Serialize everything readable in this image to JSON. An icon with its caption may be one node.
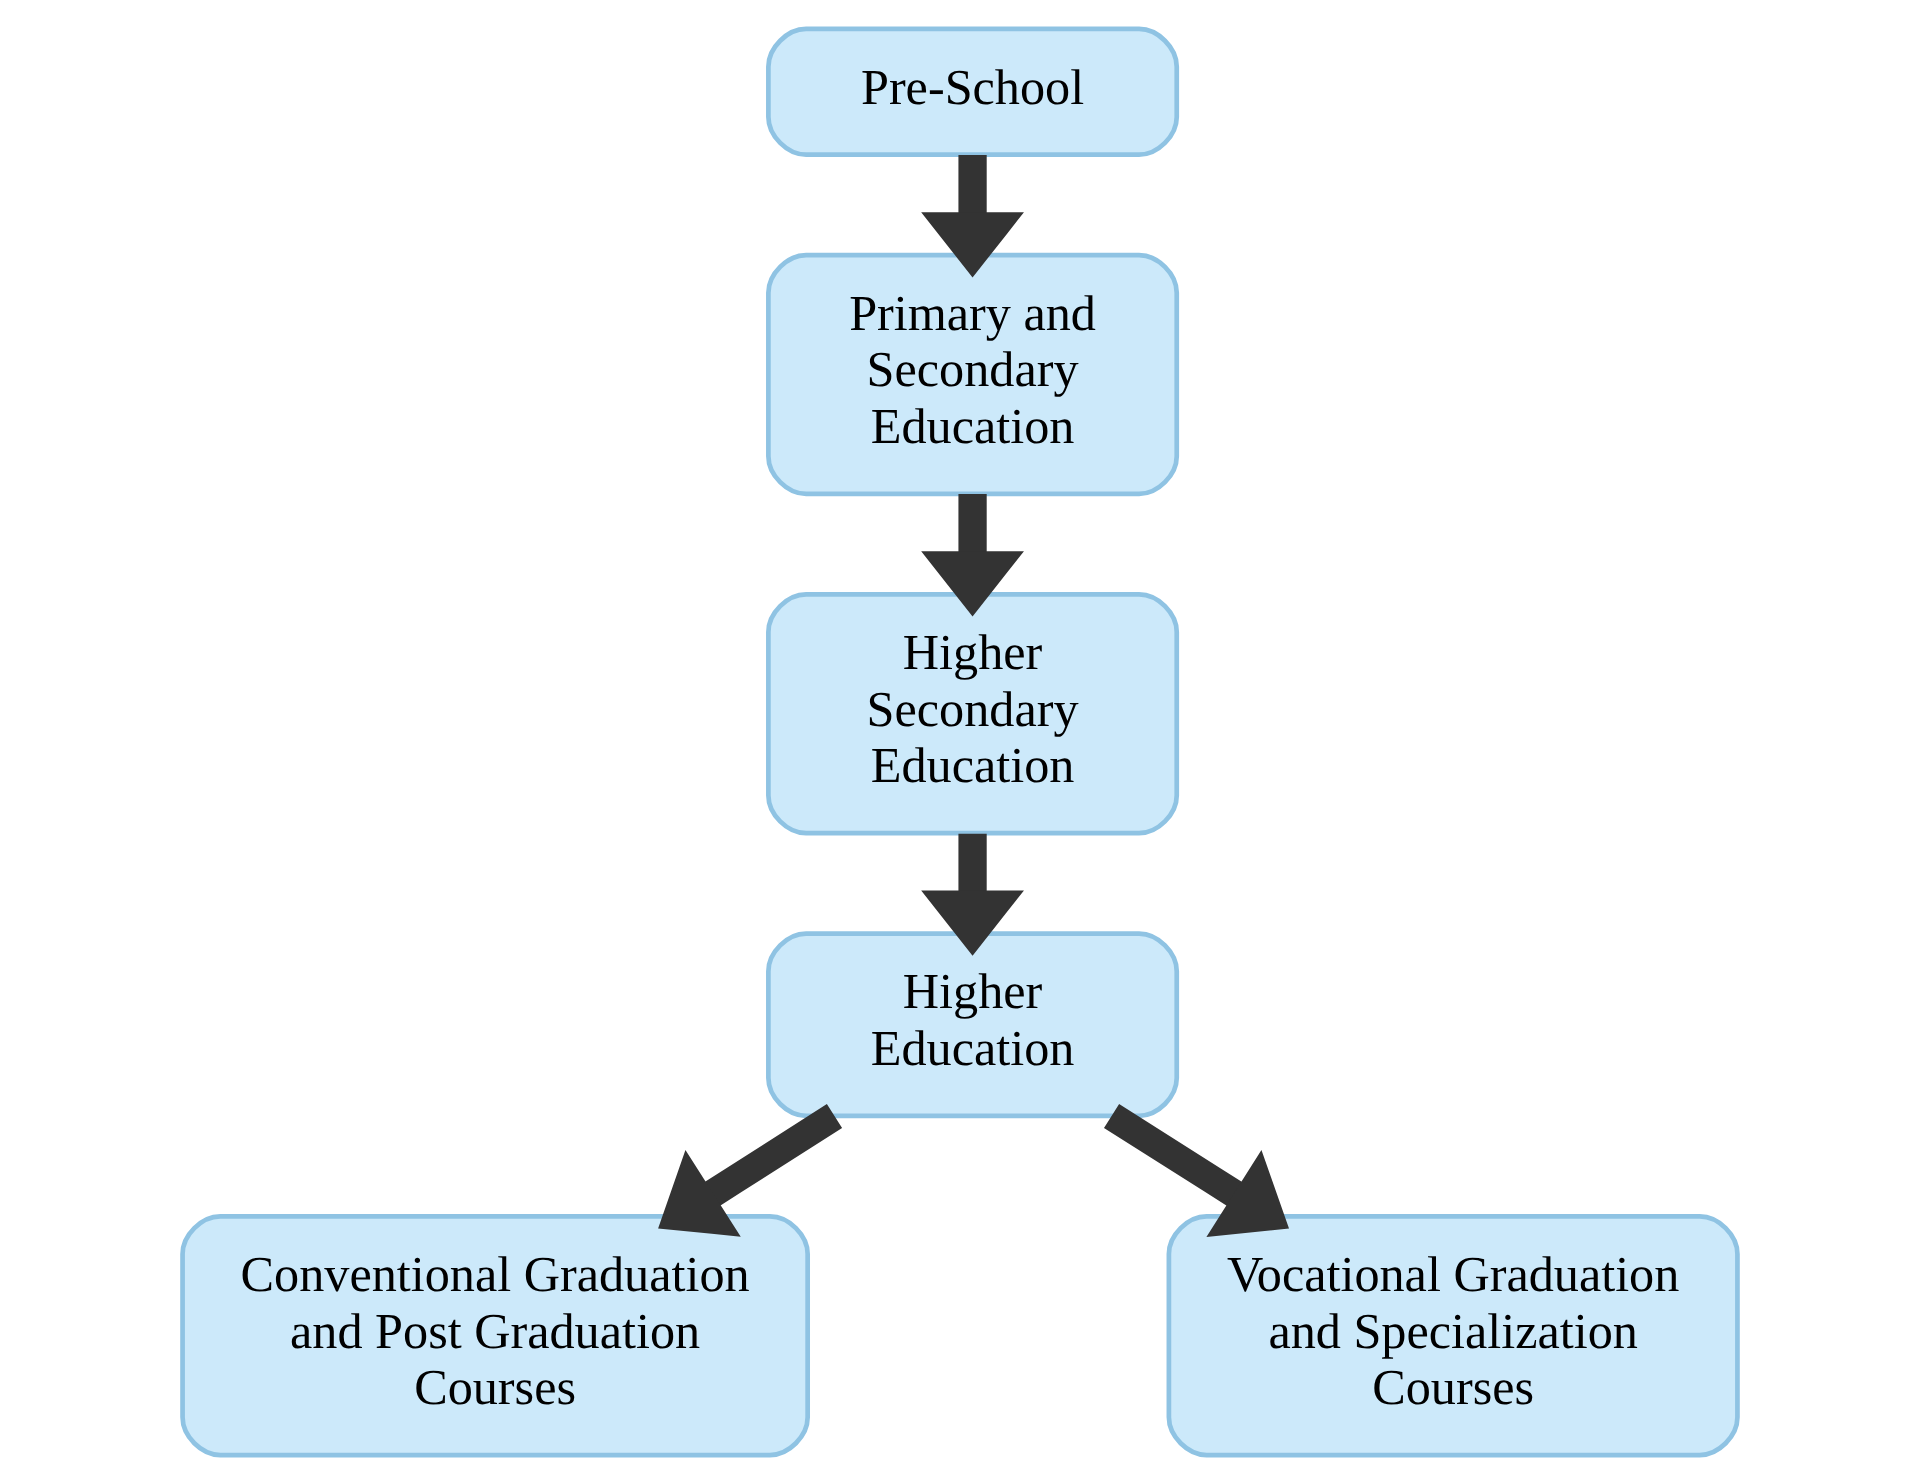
{
  "diagram": {
    "nodes": [
      {
        "text": [
          "Pre-School"
        ]
      },
      {
        "text": [
          "Primary and Secondary Education"
        ]
      },
      {
        "text": [
          "Higher Secondary Education"
        ]
      },
      {
        "text": [
          "Higher Education"
        ]
      },
      {
        "text": [
          "Conventional Graduation and Post Graduation Courses"
        ]
      },
      {
        "text": [
          "Vocational Graduation and Specialization Courses"
        ]
      }
    ],
    "edges": [
      {
        "from": 0,
        "to": 1,
        "arrow": "to"
      },
      {
        "from": 1,
        "to": 2,
        "arrow": "to"
      },
      {
        "from": 2,
        "to": 3,
        "arrow": "to"
      },
      {
        "from": 3,
        "to": 4,
        "arrow": "to"
      },
      {
        "from": 3,
        "to": 5,
        "arrow": "to"
      }
    ]
  }
}
